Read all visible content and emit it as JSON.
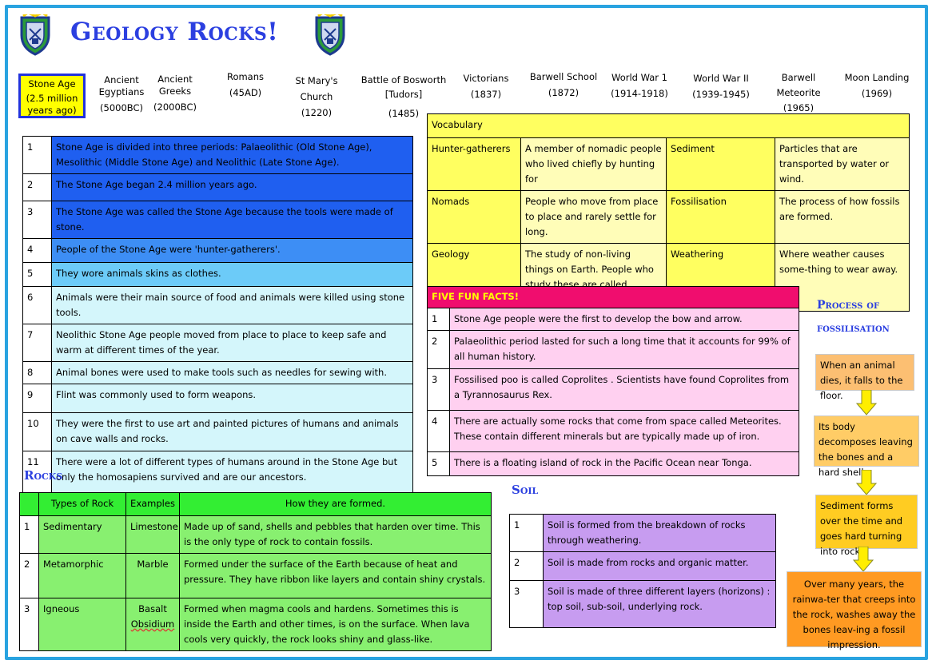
{
  "page": {
    "title": "Geology Rocks!"
  },
  "timeline": [
    {
      "label": "Stone Age",
      "date": "(2.5 million years ago)"
    },
    {
      "label": "Ancient Egyptians",
      "date": "(5000BC)"
    },
    {
      "label": "Ancient Greeks",
      "date": "(2000BC)"
    },
    {
      "label": "Romans",
      "date": "(45AD)"
    },
    {
      "label": "St Mary's Church",
      "date": "(1220)"
    },
    {
      "label": "Battle of Bosworth [Tudors]",
      "date": "(1485)"
    },
    {
      "label": "Victorians",
      "date": "(1837)"
    },
    {
      "label": "Barwell School",
      "date": "(1872)"
    },
    {
      "label": "World War 1",
      "date": "(1914-1918)"
    },
    {
      "label": "World War II",
      "date": "(1939-1945)"
    },
    {
      "label": "Barwell Meteorite",
      "date": "(1965)"
    },
    {
      "label": "Moon Landing",
      "date": "(1969)"
    }
  ],
  "stone_age": [
    {
      "n": "1",
      "text": "Stone Age is divided into three periods: Palaeolithic (Old Stone Age), Mesolithic (Middle Stone Age) and Neolithic (Late Stone Age)."
    },
    {
      "n": "2",
      "text": "The Stone Age began 2.4 million years ago."
    },
    {
      "n": "3",
      "text": "The Stone Age was called the Stone Age because the tools were made of stone."
    },
    {
      "n": "4",
      "text": "People of the Stone Age were 'hunter-gatherers'."
    },
    {
      "n": "5",
      "text": "They wore animals skins as clothes."
    },
    {
      "n": "6",
      "text": "Animals were their main source of food and animals were killed using stone tools."
    },
    {
      "n": "7",
      "text": "Neolithic Stone Age people  moved from place to place to keep safe and warm at different times of the year."
    },
    {
      "n": "8",
      "text": "Animal bones were used to make tools such as needles for sewing with."
    },
    {
      "n": "9",
      "text": "Flint was commonly used to form weapons."
    },
    {
      "n": "10",
      "text": "They were the first to use art and painted pictures of humans and animals on cave walls and rocks."
    },
    {
      "n": "11",
      "text": "There were a lot of different types of humans around in the Stone Age but only the homosapiens survived and are our ancestors."
    }
  ],
  "vocabulary": {
    "title": "Vocabulary",
    "rows": [
      {
        "t1": "Hunter-gatherers",
        "d1": "A member of nomadic people who lived chiefly by hunting for",
        "t2": "Sediment",
        "d2": "Particles that are transported by water or wind."
      },
      {
        "t1": "Nomads",
        "d1": "People who move from place to place and rarely settle for long.",
        "t2": "Fossilisation",
        "d2": "The process of how fossils are formed."
      },
      {
        "t1": "Geology",
        "d1": "The study of non-living things on Earth. People who study these are called 'Geologists'.",
        "t2": "Weathering",
        "d2": "Where weather causes some-thing to wear away."
      }
    ]
  },
  "fun_facts": {
    "title": "FIVE FUN FACTS!",
    "items": [
      {
        "n": "1",
        "text": "Stone Age people were the first to develop the bow and arrow."
      },
      {
        "n": "2",
        "text": "Palaeolithic period lasted for such a long time that it accounts for 99% of all human history."
      },
      {
        "n": "3",
        "text": "Fossilised poo is called Coprolites . Scientists have found Coprolites from a Tyrannosaurus Rex."
      },
      {
        "n": "4",
        "text": "There are actually some rocks that come from space called Meteorites. These contain different minerals but are typically made up of iron."
      },
      {
        "n": "5",
        "text": "There is a floating island of rock in the Pacific Ocean near Tonga."
      }
    ]
  },
  "fossilisation": {
    "title": "Process of fossilisation",
    "steps": [
      "When an animal dies, it falls to the floor.",
      "Its body decomposes leaving the bones and a hard shell.",
      "Sediment forms over the time and goes hard turning into rock.",
      "Over many years, the rainwa-ter that creeps into the rock, washes away the bones leav-ing a fossil impression."
    ]
  },
  "rocks": {
    "title": "Rocks",
    "headers": [
      "Types of Rock",
      "Examples",
      "How they are formed."
    ],
    "rows": [
      {
        "n": "1",
        "type": "Sedimentary",
        "example": "Limestone",
        "example2": "",
        "how": "Made up of sand, shells and pebbles that harden over time. This is the only type of rock to contain fossils."
      },
      {
        "n": "2",
        "type": "Metamorphic",
        "example": "Marble",
        "example2": "",
        "how": "Formed under the surface of the Earth because of heat and pressure. They have ribbon like layers and contain shiny crystals."
      },
      {
        "n": "3",
        "type": "Igneous",
        "example": "Basalt",
        "example2": "Obsidium",
        "how": "Formed when magma cools and hardens. Sometimes this is inside the Earth and other times, is on the surface. When lava cools very quickly, the rock looks shiny and glass-like."
      }
    ]
  },
  "soil": {
    "title": "Soil",
    "items": [
      {
        "n": "1",
        "text": "Soil is formed from the breakdown of rocks through weathering."
      },
      {
        "n": "2",
        "text": "Soil is made from rocks and organic matter."
      },
      {
        "n": "3",
        "text": "Soil is made of three different layers (horizons) : top soil, sub-soil, underlying rock."
      }
    ]
  },
  "colors": {
    "border": "#29a3e0",
    "title": "#2b3fe0",
    "stone_dark": "#1f5ff0",
    "stone_mid": "#3d8ef5",
    "stone_light": "#6ccbf8",
    "stone_pale": "#d4f6fb",
    "vocab": "#fffdb8",
    "vocab_head": "#ffff60",
    "facts_head": "#f00d6e",
    "facts": "#ffd0f0",
    "rocks_head": "#33ee33",
    "rocks": "#88f070",
    "soil": "#c79cf0",
    "flow_light": "#fcbf72",
    "flow_mid": "#ffcc66",
    "flow_dark": "#ff9a22",
    "arrow": "#ffee00"
  },
  "icons": [
    "school-crest-icon",
    "school-crest-icon",
    "down-arrow-icon"
  ]
}
